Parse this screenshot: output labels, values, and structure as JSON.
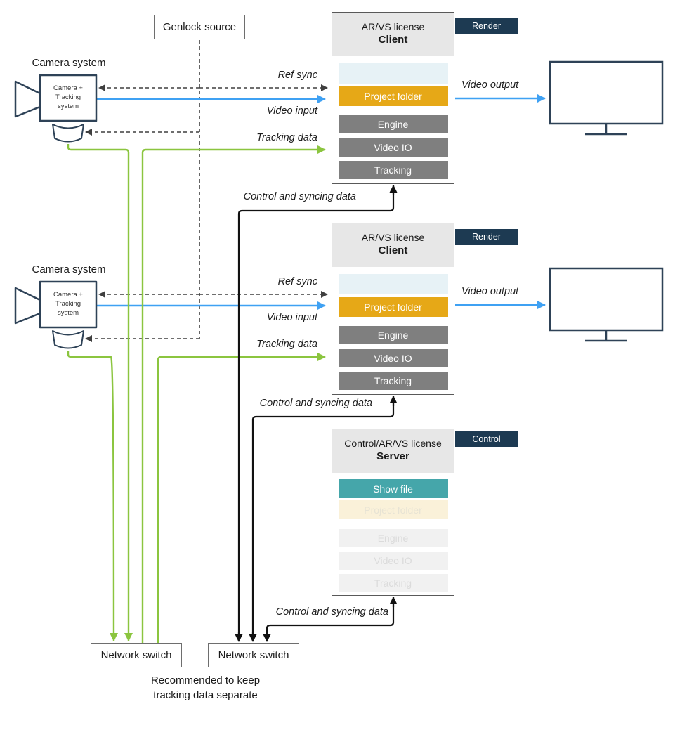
{
  "genlock": {
    "label": "Genlock source"
  },
  "cameras": [
    {
      "title": "Camera system",
      "body": [
        "Camera +",
        "Tracking",
        "system"
      ]
    },
    {
      "title": "Camera system",
      "body": [
        "Camera +",
        "Tracking",
        "system"
      ]
    }
  ],
  "clients": [
    {
      "license": "AR/VS license",
      "role": "Client",
      "tag": "Render",
      "bars": [
        {
          "label": "",
          "state": "empty-slot"
        },
        {
          "label": "Project folder",
          "state": "active"
        },
        {
          "label": "Engine",
          "state": "active"
        },
        {
          "label": "Video IO",
          "state": "active"
        },
        {
          "label": "Tracking",
          "state": "active"
        }
      ]
    },
    {
      "license": "AR/VS license",
      "role": "Client",
      "tag": "Render",
      "bars": [
        {
          "label": "",
          "state": "empty-slot"
        },
        {
          "label": "Project folder",
          "state": "active"
        },
        {
          "label": "Engine",
          "state": "active"
        },
        {
          "label": "Video IO",
          "state": "active"
        },
        {
          "label": "Tracking",
          "state": "active"
        }
      ]
    }
  ],
  "server": {
    "license": "Control/AR/VS license",
    "role": "Server",
    "tag": "Control",
    "bars": [
      {
        "label": "Show file",
        "state": "active"
      },
      {
        "label": "Project folder",
        "state": "inactive"
      },
      {
        "label": "Engine",
        "state": "inactive"
      },
      {
        "label": "Video IO",
        "state": "inactive"
      },
      {
        "label": "Tracking",
        "state": "inactive"
      }
    ]
  },
  "flow_labels": {
    "ref_sync": "Ref sync",
    "video_input": "Video input",
    "tracking_data": "Tracking data",
    "video_output": "Video output",
    "control_sync": "Control and syncing data"
  },
  "switches": [
    {
      "label": "Network switch"
    },
    {
      "label": "Network switch"
    }
  ],
  "note": [
    "Recommended to keep",
    "tracking data separate"
  ],
  "colors": {
    "tag_bg": "#1d3a52",
    "project_folder_orange": "#e6a817",
    "module_gray": "#7f7f7f",
    "show_file_teal": "#45a6aa",
    "empty_slot_blue": "#e7f2f6",
    "tracking_green": "#8bc53f",
    "video_blue": "#3fa1f3",
    "device_outline": "#2e4257"
  }
}
